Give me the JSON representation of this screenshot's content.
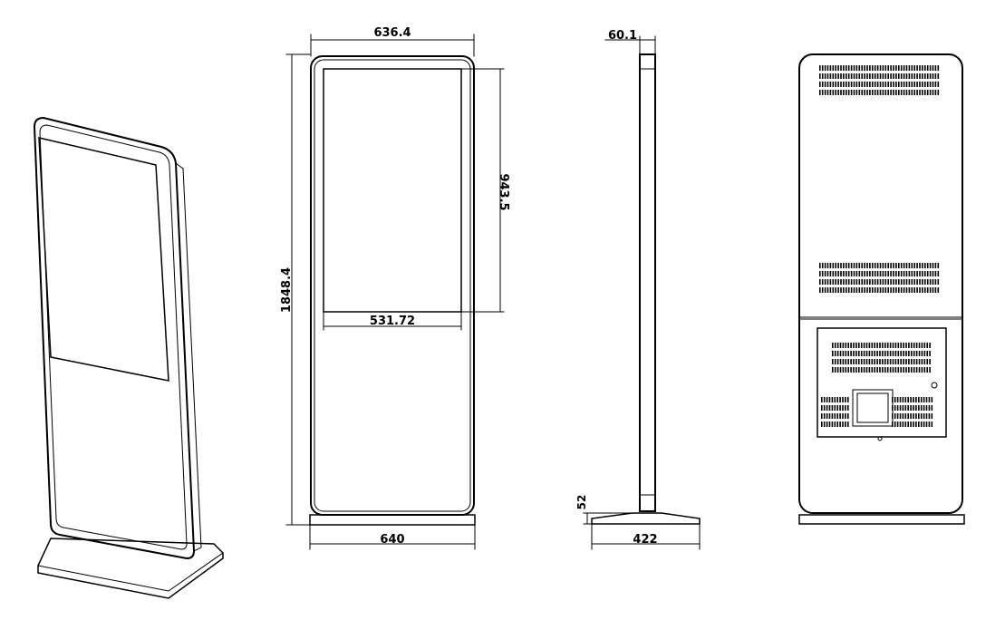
{
  "diagram": {
    "front_view": {
      "overall_width": "636.4",
      "base_width": "640",
      "overall_height": "1848.4",
      "screen_height": "943.5",
      "screen_width": "531.72"
    },
    "side_view": {
      "depth": "60.1",
      "base_height": "52",
      "base_depth": "422"
    }
  }
}
